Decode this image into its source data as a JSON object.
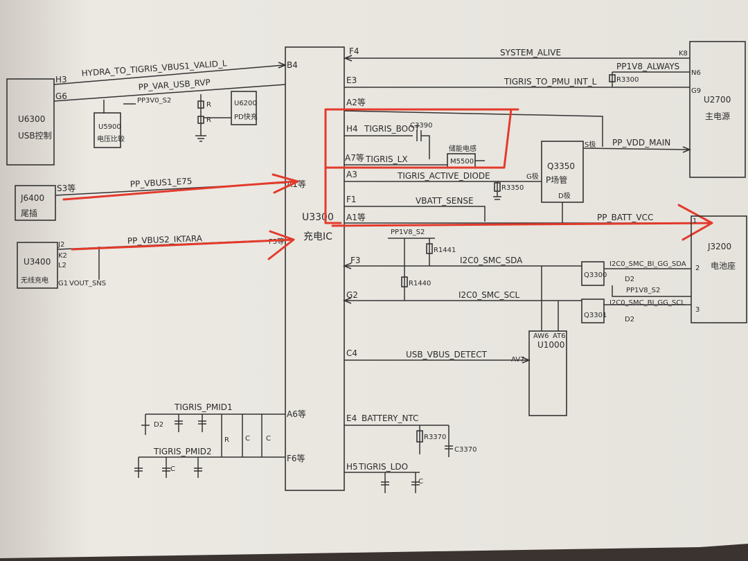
{
  "colors": {
    "ink": "#2a2a2a",
    "paper": "#ece9e3",
    "highlight": "#e33a2c"
  },
  "charger_ic": {
    "name": "U3300",
    "desc": "充电IC"
  },
  "usb_ctrl": {
    "name": "U6300",
    "desc": "USB控制"
  },
  "u5900": {
    "name": "U5900",
    "desc": "电压比较"
  },
  "u6200": {
    "name": "U6200",
    "desc": "PD快充"
  },
  "tail_plug": {
    "name": "J6400",
    "desc": "尾插"
  },
  "wireless": {
    "name": "U3400",
    "desc": "无线充电",
    "pins": [
      "J2",
      "K2",
      "L2",
      "G1"
    ],
    "vout": "VOUT_SNS"
  },
  "pmu": {
    "name": "U2700",
    "desc": "主电源",
    "pins": [
      "K8",
      "N6",
      "G9"
    ]
  },
  "battery": {
    "name": "J3200",
    "desc": "电池座",
    "pins": [
      "1",
      "2",
      "3"
    ]
  },
  "q3350": {
    "name": "Q3350",
    "desc": "P场管",
    "gate": "G极",
    "source": "S极",
    "drain": "D极"
  },
  "inductor": {
    "name": "M5500",
    "desc": "储能电感"
  },
  "u1000": {
    "name": "U1000",
    "pins": [
      "AW6",
      "AT6",
      "AV7"
    ]
  },
  "q3300": "Q3300",
  "q3301": "Q3301",
  "nets": {
    "hydra": "HYDRA_TO_TIGRIS_VBUS1_VALID_L",
    "var_usb": "PP_VAR_USB_RVP",
    "pp3v0": "PP3V0_S2",
    "vbus1": "PP_VBUS1_E75",
    "vbus2": "PP_VBUS2_IKTARA",
    "system_alive": "SYSTEM_ALIVE",
    "tigris_to_pmu": "TIGRIS_TO_PMU_INT_L",
    "ppv1v8_always": "PP1V8_ALWAYS",
    "tigris_boot": "TIGRIS_BOOT",
    "tigris_lx": "TIGRIS_LX",
    "pp_vdd_main": "PP_VDD_MAIN",
    "active_diode": "TIGRIS_ACTIVE_DIODE",
    "vbatt_sense": "VBATT_SENSE",
    "pp_batt_vcc": "PP_BATT_VCC",
    "pp1v8_s2": "PP1V8_S2",
    "i2c_sda": "I2C0_SMC_SDA",
    "i2c_scl": "I2C0_SMC_SCL",
    "i2c_sda_gg": "I2C0_SMC_BI_GG_SDA",
    "i2c_scl_gg": "I2C0_SMC_BI_GG_SCL",
    "usb_vbus_detect": "USB_VBUS_DETECT",
    "battery_ntc": "BATTERY_NTC",
    "pmid1": "TIGRIS_PMID1",
    "pmid2": "TIGRIS_PMID2",
    "ldo": "TIGRIS_LDO"
  },
  "pins": {
    "h3": "H3",
    "g6": "G6",
    "b4": "B4",
    "a1": "A1等",
    "f5": "F5等",
    "f4": "F4",
    "e3": "E3",
    "a2": "A2等",
    "h4": "H4",
    "a7": "A7等",
    "a3": "A3",
    "f1": "F1",
    "a1b": "A1等",
    "f3": "F3",
    "g2": "G2",
    "c4": "C4",
    "a6": "A6等",
    "f6": "F6等",
    "e4": "E4",
    "h5": "H5",
    "s3": "S3等"
  },
  "parts": {
    "c3390": "C3390",
    "r3350": "R3350",
    "r3300": "R3300",
    "r1441": "R1441",
    "r1440": "R1440",
    "r3370": "R3370",
    "c3370": "C3370",
    "d2": "D2",
    "r": "R",
    "c": "C"
  }
}
